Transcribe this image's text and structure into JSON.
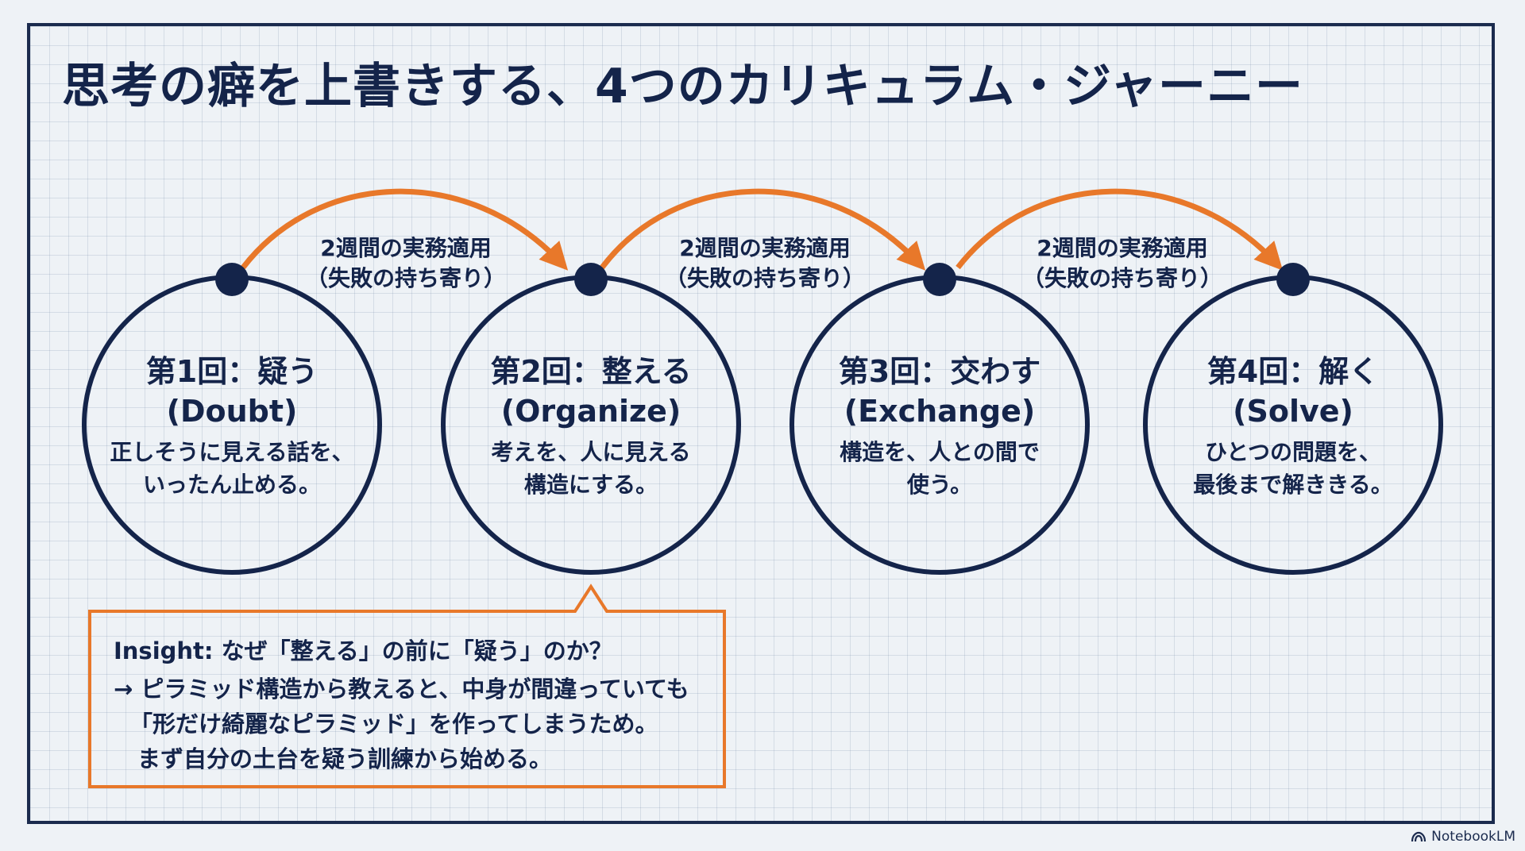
{
  "title": "思考の癖を上書きする、4つのカリキュラム・ジャーニー",
  "colors": {
    "navy": "#14244a",
    "orange": "#e8782a",
    "background": "#eef2f6"
  },
  "stages": [
    {
      "title": "第1回：疑う",
      "en": "(Doubt)",
      "desc_lines": [
        "正しそうに見える話を、",
        "いったん止める。"
      ]
    },
    {
      "title": "第2回：整える",
      "en": "(Organize)",
      "desc_lines": [
        "考えを、人に見える",
        "構造にする。"
      ]
    },
    {
      "title": "第3回：交わす",
      "en": "(Exchange)",
      "desc_lines": [
        "構造を、人との間で",
        "使う。"
      ]
    },
    {
      "title": "第4回：解く",
      "en": "(Solve)",
      "desc_lines": [
        "ひとつの問題を、",
        "最後まで解ききる。"
      ]
    }
  ],
  "transitions": [
    {
      "line1": "2週間の実務適用",
      "line2": "（失敗の持ち寄り）"
    },
    {
      "line1": "2週間の実務適用",
      "line2": "（失敗の持ち寄り）"
    },
    {
      "line1": "2週間の実務適用",
      "line2": "（失敗の持ち寄り）"
    }
  ],
  "insight": {
    "question": "Insight: なぜ「整える」の前に「疑う」のか？",
    "line1": "→ ピラミッド構造から教えると、中身が間違っていても",
    "line2": "「形だけ綺麗なピラミッド」を作ってしまうため。",
    "line3": "まず自分の土台を疑う訓練から始める。"
  },
  "branding": {
    "logo_text": "NotebookLM",
    "logo_icon": "notebooklm-icon"
  }
}
